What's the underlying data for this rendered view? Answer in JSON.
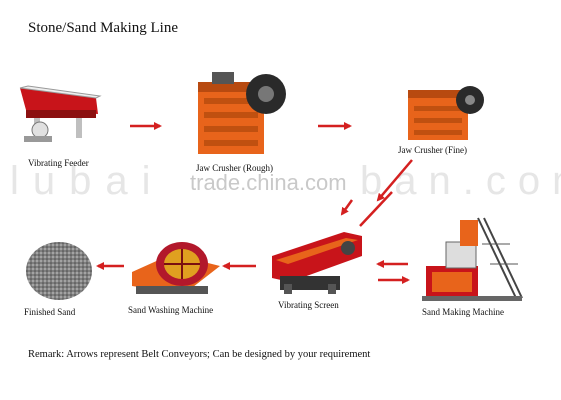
{
  "title": "Stone/Sand Making Line",
  "remark": "Remark: Arrows represent Belt Conveyors; Can be designed by your requirement",
  "watermark": "trade.china.com",
  "colors": {
    "arrow": "#d42020",
    "machine_orange": "#e8641b",
    "machine_red": "#c8141a",
    "machine_dark": "#333333",
    "sand": "#8a8a8a"
  },
  "stages": {
    "vibrating_feeder": {
      "label": "Vibrating Feeder",
      "icon": "vibrating-feeder-icon"
    },
    "jaw_crusher_rough": {
      "label": "Jaw  Crusher (Rough)",
      "icon": "jaw-crusher-icon"
    },
    "jaw_crusher_fine": {
      "label": "Jaw Crusher (Fine)",
      "icon": "jaw-crusher-icon"
    },
    "sand_making_machine": {
      "label": "Sand Making Machine",
      "icon": "sand-making-machine-icon"
    },
    "vibrating_screen": {
      "label": "Vibrating Screen",
      "icon": "vibrating-screen-icon"
    },
    "sand_washing_machine": {
      "label": "Sand Washing Machine",
      "icon": "sand-washing-machine-icon"
    },
    "finished_sand": {
      "label": "Finished Sand",
      "icon": "sand-pile-icon"
    }
  }
}
